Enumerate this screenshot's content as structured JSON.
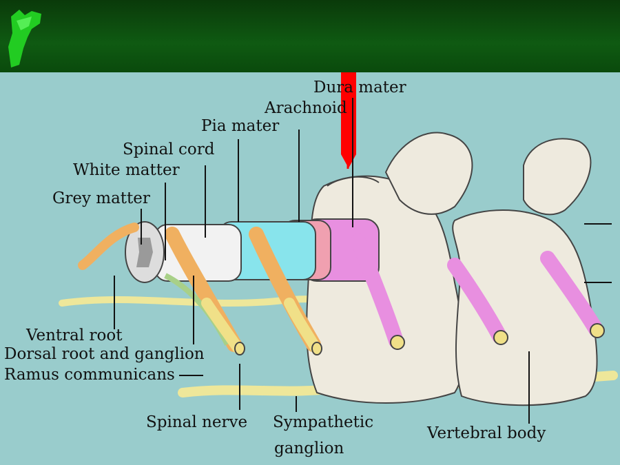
{
  "labels": {
    "dura_mater": "Dura mater",
    "arachnoid": "Arachnoid",
    "pia_mater": "Pia mater",
    "spinal_cord": "Spinal cord",
    "white_matter": "White matter",
    "grey_matter": "Grey matter",
    "ventral_root": "Ventral root",
    "dorsal_root": "Dorsal root and ganglion",
    "ramus": "Ramus communicans",
    "spinal_nerve": "Spinal nerve",
    "sympathetic_line1": "Sympathetic",
    "sympathetic_line2": "ganglion",
    "vertebral_body": "Vertebral body"
  },
  "colors": {
    "background": "#99cccc",
    "header": "#0f5a12",
    "needle": "#ff0000",
    "dura": "#e88fe0",
    "arachnoid": "#f0a0b0",
    "pia": "#88e4ec",
    "bone": "#eeeade",
    "nerve": "#f0e088",
    "root": "#f0b060"
  }
}
